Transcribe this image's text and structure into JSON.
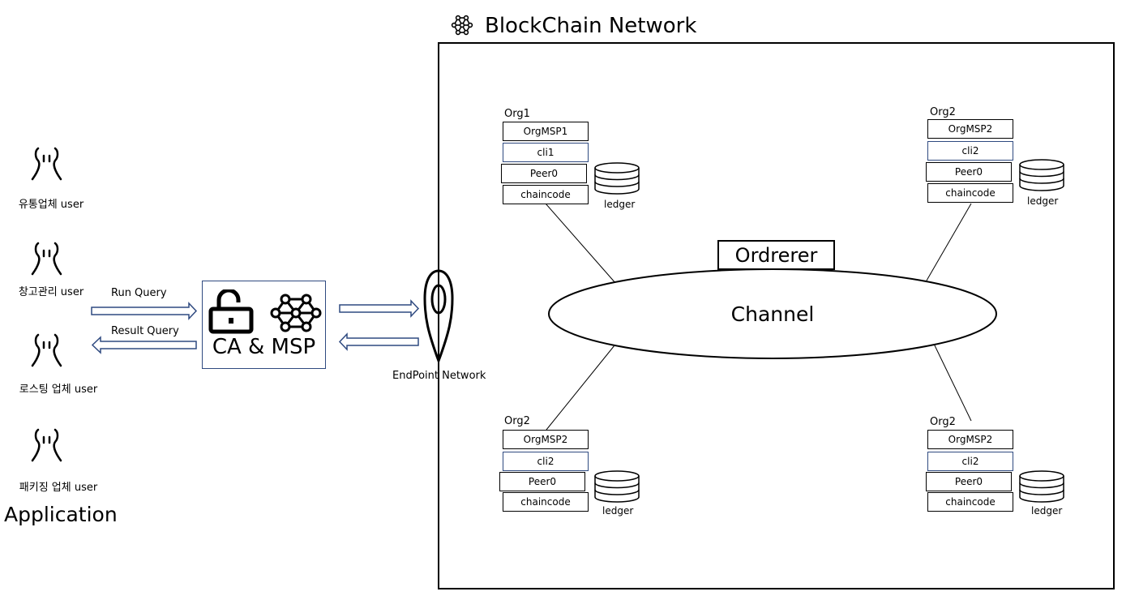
{
  "application": {
    "title": "Application",
    "users": [
      {
        "label": "유통업체 user",
        "icon": "user-icon"
      },
      {
        "label": "창고관리 user",
        "icon": "user-icon"
      },
      {
        "label": "로스팅 업체 user",
        "icon": "user-icon"
      },
      {
        "label": "패키징 업체 user",
        "icon": "user-icon"
      }
    ],
    "run_query": "Run Query",
    "result_query": "Result Query"
  },
  "ca": {
    "label": "CA & MSP",
    "icons": [
      "unlock-icon",
      "blockchain-icon"
    ]
  },
  "endpoint": {
    "label": "EndPoint Network",
    "icon": "map-pin-icon"
  },
  "network": {
    "title": "BlockChain Network",
    "icon": "blockchain-icon",
    "orderer": "Ordrerer",
    "channel": "Channel",
    "orgs": [
      {
        "name": "Org1",
        "msp": "OrgMSP1",
        "cli": "cli1",
        "peer": "Peer0",
        "chaincode": "chaincode",
        "ledger": "ledger"
      },
      {
        "name": "Org2",
        "msp": "OrgMSP2",
        "cli": "cli2",
        "peer": "Peer0",
        "chaincode": "chaincode",
        "ledger": "ledger"
      },
      {
        "name": "Org2",
        "msp": "OrgMSP2",
        "cli": "cli2",
        "peer": "Peer0",
        "chaincode": "chaincode",
        "ledger": "ledger"
      },
      {
        "name": "Org2",
        "msp": "OrgMSP2",
        "cli": "cli2",
        "peer": "Peer0",
        "chaincode": "chaincode",
        "ledger": "ledger"
      }
    ]
  },
  "colors": {
    "arrow": "#2f4a80",
    "line": "#000000"
  }
}
